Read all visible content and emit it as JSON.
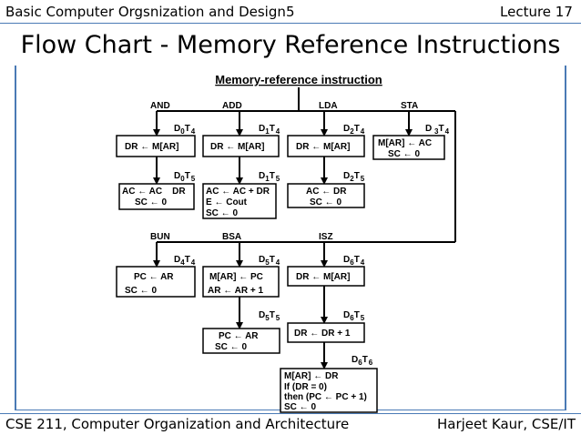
{
  "header": {
    "left": "Basic Computer Orgsnization and Design",
    "center": "5",
    "right": "Lecture 17"
  },
  "title": "Flow Chart - Memory Reference Instructions",
  "footer": {
    "left": "CSE 211, Computer Organization and Architecture",
    "right": "Harjeet Kaur, CSE/IT"
  },
  "diagram": {
    "heading": "Memory-reference instruction",
    "branches": {
      "and": "AND",
      "add": "ADD",
      "lda": "LDA",
      "sta": "STA",
      "bun": "BUN",
      "bsa": "BSA",
      "isz": "ISZ"
    },
    "timing": {
      "d0t4": [
        "D",
        "0",
        "T",
        "4"
      ],
      "d1t4": [
        "D",
        "1",
        "T",
        "4"
      ],
      "d2t4": [
        "D",
        "2",
        "T",
        "4"
      ],
      "d3t4": [
        "D ",
        "3",
        "T",
        "4"
      ],
      "d0t5": [
        "D",
        "0",
        "T",
        "5"
      ],
      "d1t5": [
        "D",
        "1",
        "T",
        "5"
      ],
      "d2t5": [
        "D",
        "2",
        "T",
        "5"
      ],
      "d4t4": [
        "D",
        "4",
        "T",
        "4"
      ],
      "d5t4": [
        "D",
        "5",
        "T",
        "4"
      ],
      "d6t4": [
        "D",
        "6",
        "T",
        "4"
      ],
      "d5t5": [
        "D",
        "5",
        "T",
        "5"
      ],
      "d6t5": [
        "D",
        "6",
        "T",
        "5"
      ],
      "d6t6": [
        "D",
        "6",
        "T",
        "6"
      ]
    },
    "boxes": {
      "and1": [
        "DR ← M[AR]"
      ],
      "add1": [
        "DR ← M[AR]"
      ],
      "lda1": [
        "DR ← M[AR]"
      ],
      "sta1": [
        "M[AR] ← AC",
        "SC ← 0"
      ],
      "and2": [
        "AC ← AC    DR",
        "SC ← 0"
      ],
      "add2": [
        "AC ← AC + DR",
        "E ← Cout",
        "SC ← 0"
      ],
      "lda2": [
        "AC ← DR",
        "SC ← 0"
      ],
      "bun1": [
        "PC ← AR",
        "SC ← 0"
      ],
      "bsa1": [
        "M[AR] ← PC",
        "AR ← AR + 1"
      ],
      "isz1": [
        "DR ← M[AR]"
      ],
      "bsa2": [
        "PC ← AR",
        "SC ← 0"
      ],
      "isz2": [
        "DR ← DR + 1"
      ],
      "isz3": [
        "M[AR] ← DR",
        "If (DR = 0)",
        "then (PC ← PC + 1)",
        "SC ← 0"
      ]
    }
  }
}
